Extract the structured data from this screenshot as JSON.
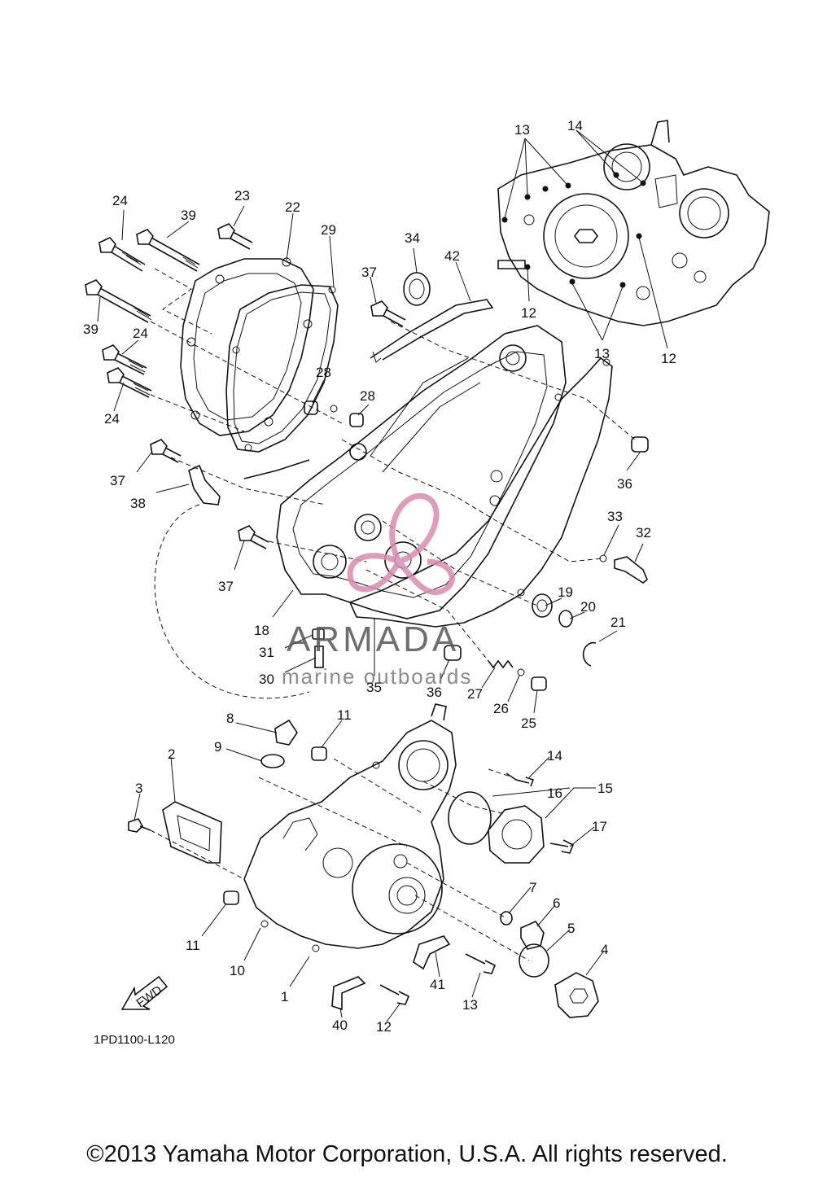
{
  "diagram": {
    "code": "1PD1100-L120",
    "fwd_label": "FWD",
    "watermark": {
      "title": "ARMADA",
      "subtitle": "marine outboards"
    },
    "callouts": {
      "c1": "1",
      "c2": "2",
      "c3": "3",
      "c4": "4",
      "c5": "5",
      "c6": "6",
      "c7": "7",
      "c8": "8",
      "c9": "9",
      "c10": "10",
      "c11a": "11",
      "c11b": "11",
      "c12a": "12",
      "c12b": "12",
      "c12c": "12",
      "c13a": "13",
      "c13b": "13",
      "c13c": "13",
      "c14a": "14",
      "c14b": "14",
      "c15": "15",
      "c16": "16",
      "c17": "17",
      "c18": "18",
      "c19": "19",
      "c20": "20",
      "c21": "21",
      "c22": "22",
      "c23": "23",
      "c24a": "24",
      "c24b": "24",
      "c24c": "24",
      "c25": "25",
      "c26": "26",
      "c27": "27",
      "c28a": "28",
      "c28b": "28",
      "c29": "29",
      "c30": "30",
      "c31": "31",
      "c32": "32",
      "c33": "33",
      "c34": "34",
      "c35": "35",
      "c36a": "36",
      "c36b": "36",
      "c37a": "37",
      "c37b": "37",
      "c37c": "37",
      "c38": "38",
      "c39a": "39",
      "c39b": "39",
      "c40": "40",
      "c41": "41",
      "c42": "42"
    }
  },
  "footer": {
    "copyright": "©2013 Yamaha Motor Corporation, U.S.A. All rights reserved."
  }
}
